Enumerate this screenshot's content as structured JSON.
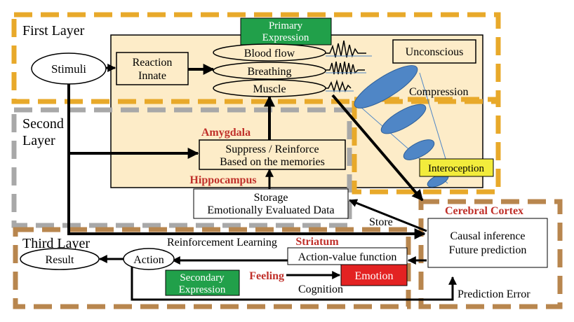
{
  "layers": {
    "first": "First Layer",
    "second_line1": "Second",
    "second_line2": "Layer",
    "third": "Third Layer"
  },
  "nodes": {
    "stimuli": "Stimuli",
    "reaction_line1": "Reaction",
    "reaction_line2": "Innate",
    "primary_line1": "Primary",
    "primary_line2": "Expression",
    "blood_flow": "Blood flow",
    "breathing": "Breathing",
    "muscle": "Muscle",
    "unconscious": "Unconscious",
    "compression": "Compression",
    "amygdala": "Amygdala",
    "suppress_line1": "Suppress / Reinforce",
    "suppress_line2": "Based on the memories",
    "hippocampus": "Hippocampus",
    "interoception": "Interoception",
    "storage_line1": "Storage",
    "storage_line2": "Emotionally Evaluated Data",
    "store": "Store",
    "cerebral_cortex": "Cerebral Cortex",
    "causal_line1": "Causal inference",
    "causal_line2": "Future prediction",
    "reinforcement_learning": "Reinforcement Learning",
    "striatum": "Striatum",
    "action_value": "Action-value function",
    "result": "Result",
    "action": "Action",
    "secondary_line1": "Secondary",
    "secondary_line2": "Expression",
    "feeling": "Feeling",
    "emotion": "Emotion",
    "cognition": "Cognition",
    "prediction_error": "Prediction Error"
  },
  "colors": {
    "first_layer_border": "#e8a92a",
    "second_layer_border": "#a8a8a8",
    "third_layer_border": "#b8864e",
    "inner_fill": "#fdecc8",
    "green_box": "#21a04a",
    "yellow_box": "#f2ec3c",
    "red_box": "#e32222",
    "ellipse_blue": "#4f86c6",
    "label_red": "#c0302a"
  }
}
